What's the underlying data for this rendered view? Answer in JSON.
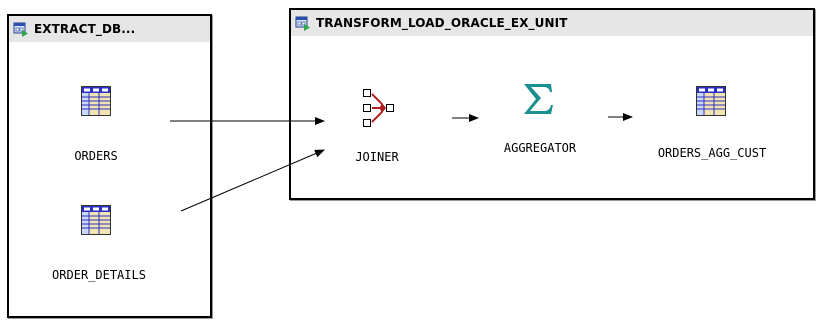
{
  "units": {
    "extract": {
      "title": "EXTRACT_DB..."
    },
    "transform": {
      "title": "TRANSFORM_LOAD_ORACLE_EX_UNIT"
    }
  },
  "nodes": {
    "orders": {
      "label": "ORDERS",
      "icon": "table-icon"
    },
    "order_details": {
      "label": "ORDER_DETAILS",
      "icon": "table-icon"
    },
    "joiner": {
      "label": "JOINER",
      "icon": "joiner-icon"
    },
    "aggregator": {
      "label": "AGGREGATOR",
      "icon": "sigma-icon"
    },
    "orders_agg_cust": {
      "label": "ORDERS_AGG_CUST",
      "icon": "table-icon"
    }
  },
  "colors": {
    "header_bg": "#e6e6e6",
    "sigma": "#1a8f8f",
    "joiner_arrow": "#b21f1f",
    "table_header": "#2a2fc8",
    "table_body": "#f2e4b0"
  }
}
